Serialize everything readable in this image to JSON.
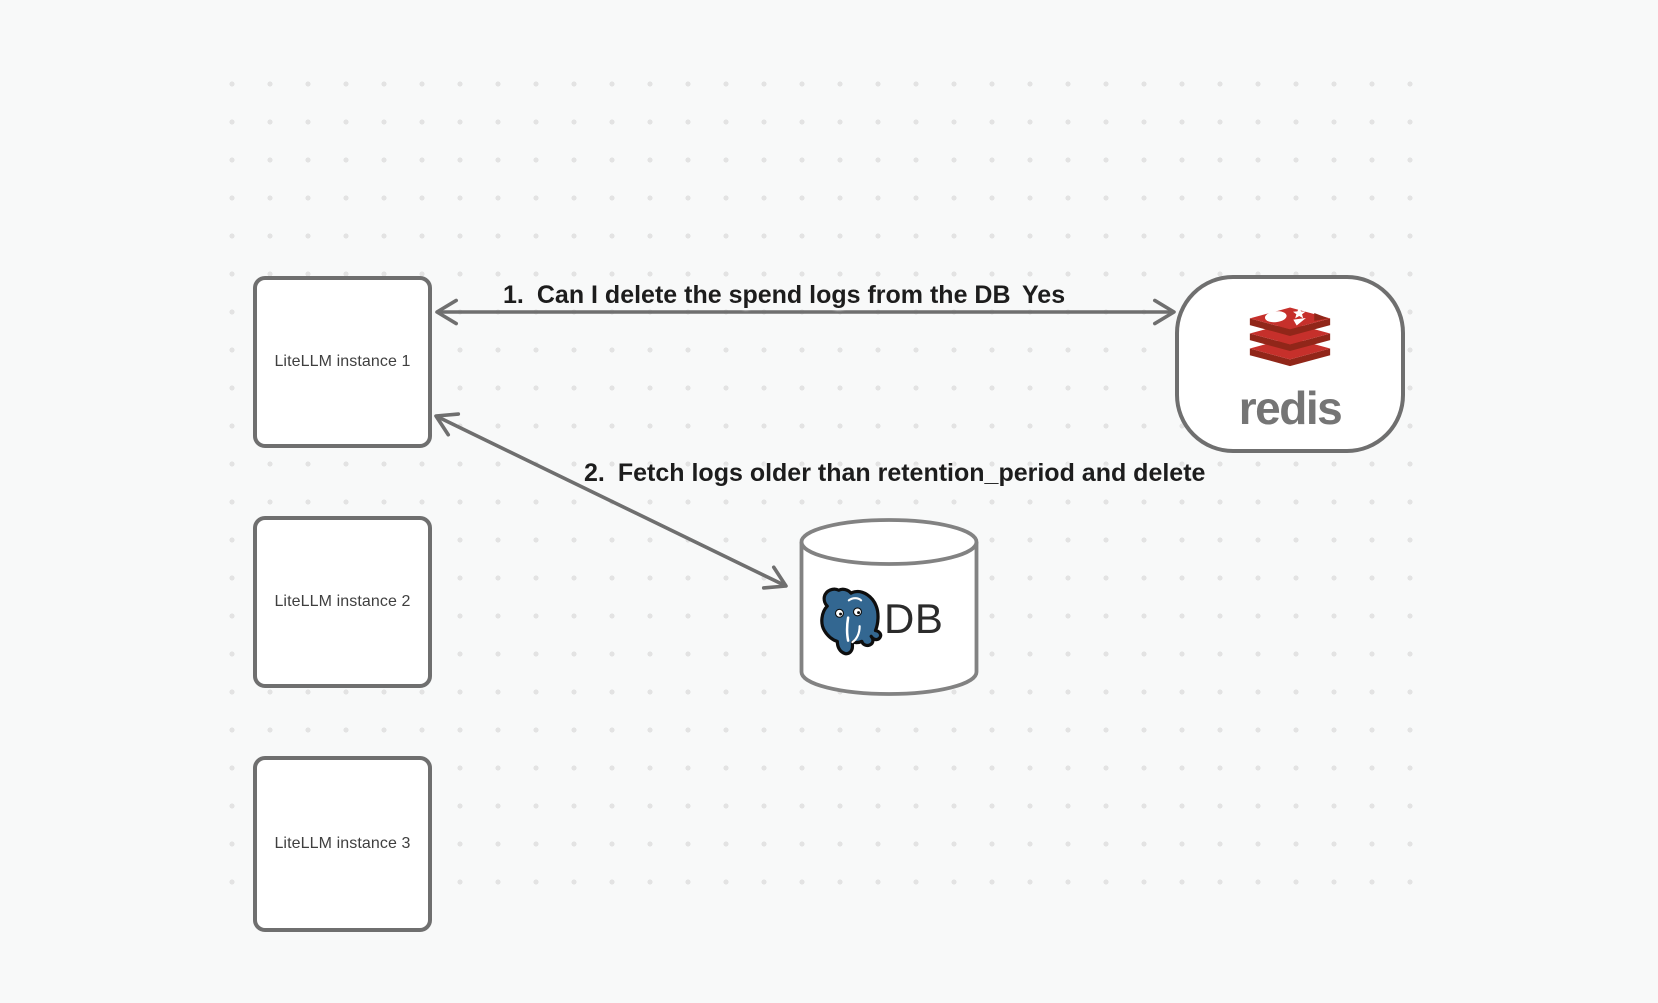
{
  "canvas": {
    "background_color": "#f8f9f9",
    "dot_color": "#e3e3e3"
  },
  "nodes": {
    "litellm_instances": [
      {
        "label": "LiteLLM instance 1"
      },
      {
        "label": "LiteLLM instance 2"
      },
      {
        "label": "LiteLLM instance 3"
      }
    ],
    "redis": {
      "wordmark": "redis",
      "icon": "redis-logo",
      "brand_red": "#c6302b",
      "brand_red_dark": "#912619",
      "wordmark_color": "#757575"
    },
    "database": {
      "label": "DB",
      "icon": "postgresql-elephant-logo",
      "shape": "database-cylinder",
      "postgres_blue": "#336791"
    }
  },
  "arrows": [
    {
      "number": "1.",
      "text": "Can I delete the spend logs from the DB",
      "response": "Yes",
      "style": "double-headed"
    },
    {
      "number": "2.",
      "text": "Fetch logs older than retention_period and delete",
      "style": "double-headed"
    }
  ],
  "stroke_color": "#6f6f6f"
}
